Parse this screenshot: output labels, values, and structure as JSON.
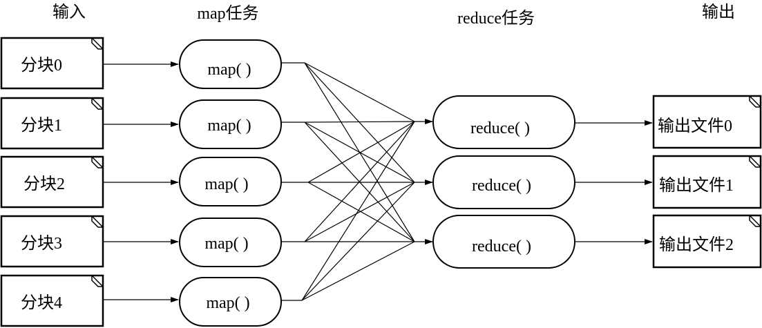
{
  "headers": {
    "input": "输入",
    "map": "map任务",
    "reduce": "reduce任务",
    "output": "输出"
  },
  "input_blocks": [
    "分块0",
    "分块1",
    "分块2",
    "分块3",
    "分块4"
  ],
  "map_tasks": [
    "map(  )",
    "map(  )",
    "map(  )",
    "map(  )",
    "map(  )"
  ],
  "reduce_tasks": [
    "reduce(  )",
    "reduce(  )",
    "reduce(  )"
  ],
  "output_files": [
    "输出文件0",
    "输出文件1",
    "输出文件2"
  ]
}
